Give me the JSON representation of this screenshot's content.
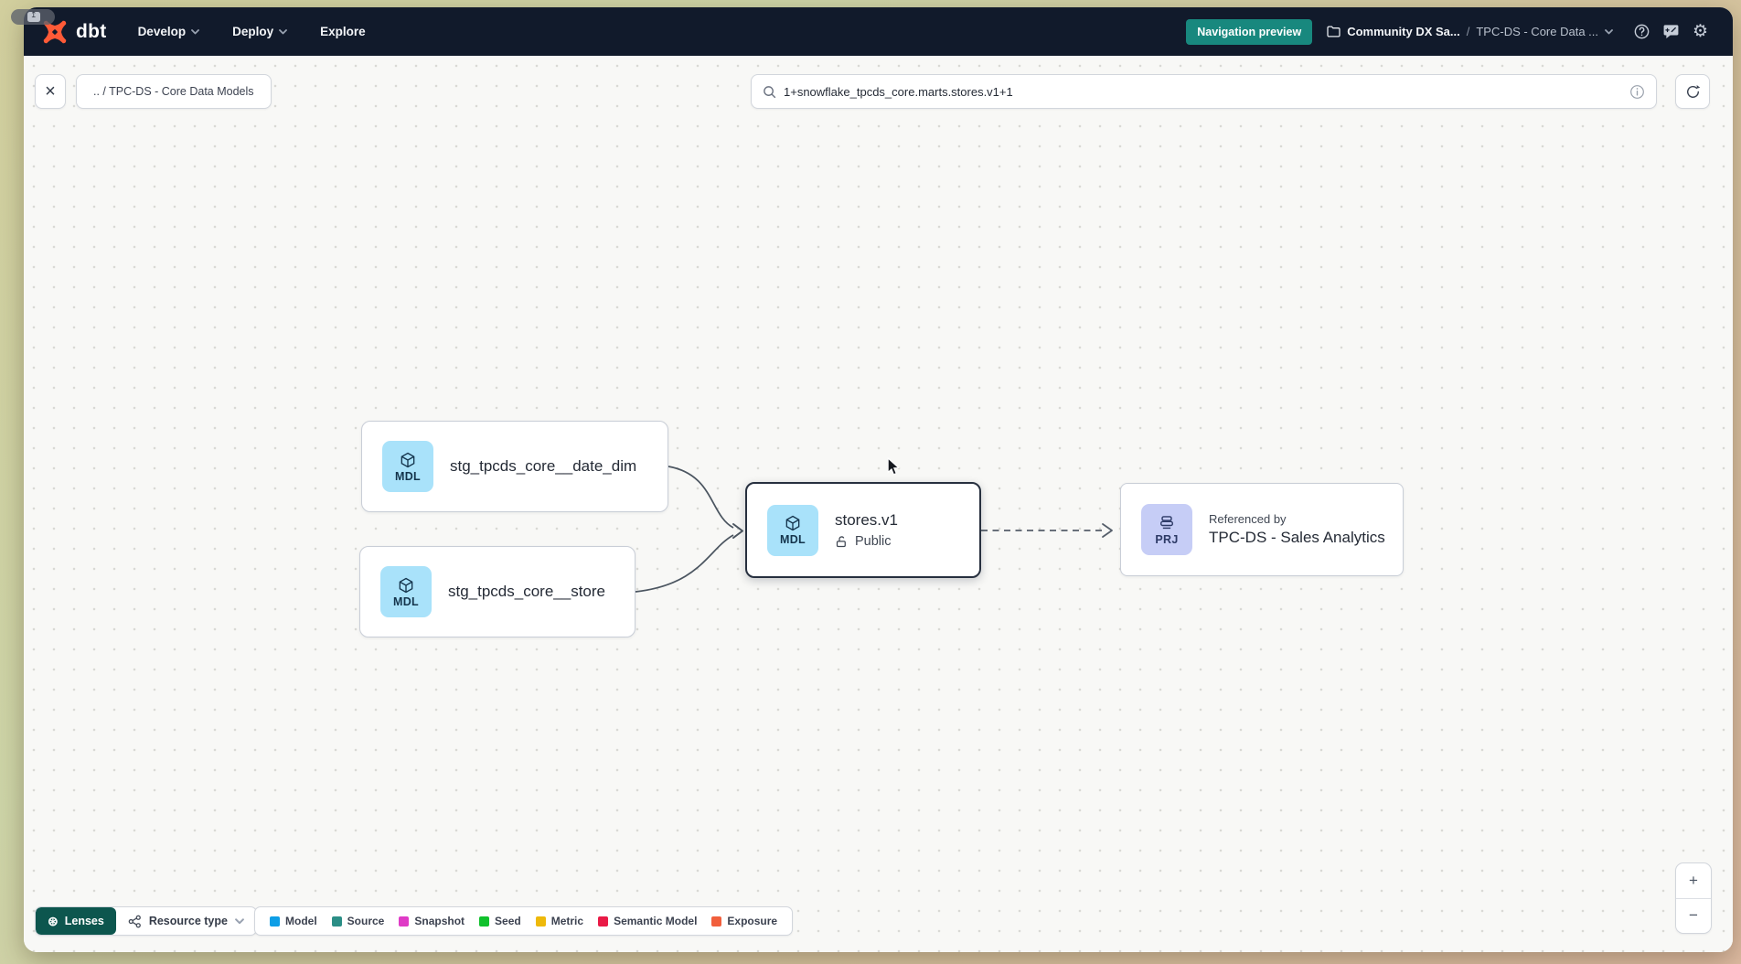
{
  "navbar": {
    "logo": "dbt",
    "menu": [
      {
        "label": "Develop"
      },
      {
        "label": "Deploy"
      },
      {
        "label": "Explore"
      }
    ],
    "preview_badge": "Navigation preview",
    "account": "Community DX Sa...",
    "separator": "/",
    "project": "TPC-DS - Core Data ..."
  },
  "toolbar": {
    "close": "×",
    "breadcrumb": ".. / TPC-DS - Core Data Models",
    "search_value": "1+snowflake_tpcds_core.marts.stores.v1+1"
  },
  "graph": {
    "nodes": [
      {
        "badge": "MDL",
        "title": "stg_tpcds_core__date_dim"
      },
      {
        "badge": "MDL",
        "title": "stg_tpcds_core__store"
      },
      {
        "badge": "MDL",
        "title": "stores.v1",
        "access": "Public"
      },
      {
        "badge": "PRJ",
        "subtitle": "Referenced by",
        "title": "TPC-DS - Sales Analytics"
      }
    ]
  },
  "footer": {
    "lenses": "Lenses",
    "resource_type": "Resource type",
    "legend": [
      {
        "label": "Model",
        "color": "#0d9ee6"
      },
      {
        "label": "Source",
        "color": "#2b8e86"
      },
      {
        "label": "Snapshot",
        "color": "#df3bc6"
      },
      {
        "label": "Seed",
        "color": "#10c12c"
      },
      {
        "label": "Metric",
        "color": "#eeb90a"
      },
      {
        "label": "Semantic Model",
        "color": "#e91a46"
      },
      {
        "label": "Exposure",
        "color": "#f15f3c"
      }
    ]
  },
  "zoom": {
    "in": "+",
    "out": "−"
  }
}
